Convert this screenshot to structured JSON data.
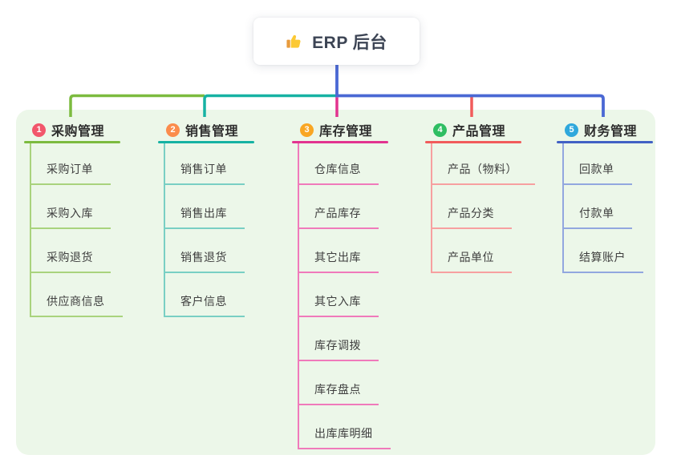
{
  "root": {
    "icon": "thumbs-up-icon",
    "label": "ERP 后台"
  },
  "colors": {
    "root_connector": "#4a68d4",
    "panel_bg": "#ecf7e9",
    "root_text": "#3c4454"
  },
  "branches": [
    {
      "number": "1",
      "label": "采购管理",
      "badge_color": "#f2566b",
      "line_color": "#7cbb3f",
      "light_color": "#a9d37d",
      "items": [
        "采购订单",
        "采购入库",
        "采购退货",
        "供应商信息"
      ]
    },
    {
      "number": "2",
      "label": "销售管理",
      "badge_color": "#fb8c4c",
      "line_color": "#16b2a3",
      "light_color": "#79cfc4",
      "items": [
        "销售订单",
        "销售出库",
        "销售退货",
        "客户信息"
      ]
    },
    {
      "number": "3",
      "label": "库存管理",
      "badge_color": "#f9a623",
      "line_color": "#e2338f",
      "light_color": "#f07abb",
      "items": [
        "仓库信息",
        "产品库存",
        "其它出库",
        "其它入库",
        "库存调拨",
        "库存盘点",
        "出库库明细"
      ]
    },
    {
      "number": "4",
      "label": "产品管理",
      "badge_color": "#2ebe62",
      "line_color": "#f15b5b",
      "light_color": "#f7a0a0",
      "items": [
        "产品（物料）",
        "产品分类",
        "产品单位"
      ]
    },
    {
      "number": "5",
      "label": "财务管理",
      "badge_color": "#2fa8dc",
      "line_color": "#4161c4",
      "light_color": "#92a7df",
      "items": [
        "回款单",
        "付款单",
        "结算账户"
      ]
    }
  ]
}
